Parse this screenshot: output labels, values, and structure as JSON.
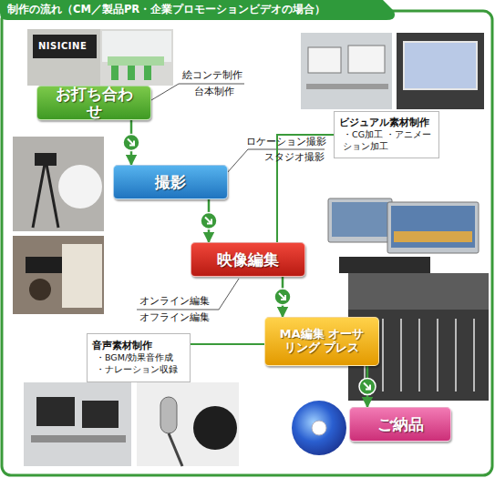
{
  "diagram": {
    "title": "制作の流れ（CM／製品PR・企業プロモーションビデオの場合）",
    "nodes": [
      {
        "text": [
          "お打ち合わせ"
        ]
      },
      {
        "text": [
          "ビジュアル素材制作",
          "・CG加工 ・アニメーション加工"
        ]
      },
      {
        "text": [
          "撮影"
        ]
      },
      {
        "text": [
          "映像編集"
        ]
      },
      {
        "text": [
          "MA編集 オーサリング プレス"
        ]
      },
      {
        "text": [
          "音声素材制作",
          "・BGM/効果音作成 ・ナレーション収録"
        ]
      },
      {
        "text": [
          "ご納品"
        ]
      }
    ],
    "edges": [
      {
        "from": 0,
        "to": 2,
        "arrow": "to"
      },
      {
        "from": 2,
        "to": 3,
        "arrow": "to"
      },
      {
        "from": 3,
        "to": 4,
        "arrow": "to"
      },
      {
        "from": 4,
        "to": 6,
        "arrow": "to"
      },
      {
        "from": 1,
        "to": 3,
        "arrow": "none"
      },
      {
        "from": 5,
        "to": 4,
        "arrow": "none"
      }
    ],
    "labels": [
      "NISICINE",
      "絵コンテ制作",
      "台本制作",
      "ロケーション撮影",
      "スタジオ撮影",
      "オンライン編集",
      "オフライン編集"
    ]
  }
}
